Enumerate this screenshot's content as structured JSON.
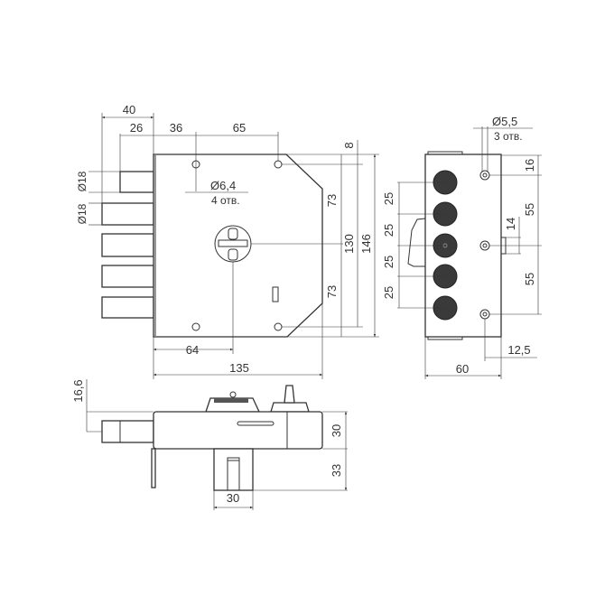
{
  "front_view": {
    "dims": {
      "d40": "40",
      "d26": "26",
      "d36": "36",
      "d65": "65",
      "d8": "8",
      "d73a": "73",
      "d73b": "73",
      "d130": "130",
      "d146": "146",
      "d64": "64",
      "d135": "135",
      "dia18a": "Ø18",
      "dia18b": "Ø18"
    },
    "hole_note": {
      "diameter": "Ø6,4",
      "count": "4 отв."
    }
  },
  "side_view": {
    "dims": {
      "d25a": "25",
      "d25b": "25",
      "d25c": "25",
      "d25d": "25",
      "d16": "16",
      "d55a": "55",
      "d55b": "55",
      "d14": "14",
      "d12_5": "12,5",
      "d60": "60"
    },
    "hole_note": {
      "diameter": "Ø5,5",
      "count": "3 отв."
    }
  },
  "bottom_view": {
    "dims": {
      "d16_6": "16,6",
      "d30h": "30",
      "d33": "33",
      "d30w": "30"
    }
  }
}
